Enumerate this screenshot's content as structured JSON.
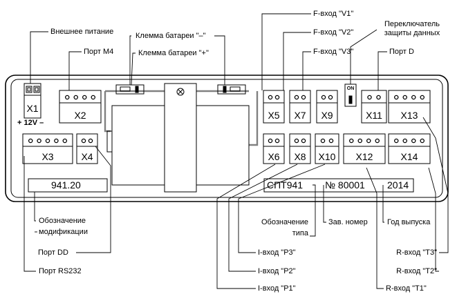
{
  "connectors": {
    "x1": "X1",
    "x2": "X2",
    "x3": "X3",
    "x4": "X4",
    "x5": "X5",
    "x6": "X6",
    "x7": "X7",
    "x8": "X8",
    "x9": "X9",
    "x10": "X10",
    "x11": "X11",
    "x12": "X12",
    "x13": "X13",
    "x14": "X14"
  },
  "board": {
    "voltage": "+ 12V –",
    "switch_on": "ON",
    "modification": "941.20",
    "type": "СПТ941",
    "serial": "№ 80001",
    "year": "2014"
  },
  "callouts": {
    "ext_power": "Внешнее питание",
    "port_m4": "Порт М4",
    "bat_minus": "Клемма батареи \"–\"",
    "bat_plus": "Клемма батареи \"+\"",
    "f_v1": "F-вход \"V1\"",
    "f_v2": "F-вход \"V2\"",
    "f_v3": "F-вход \"V3\"",
    "switch_line1": "Переключатель",
    "switch_line2": "защиты данных",
    "port_d": "Порт D",
    "mod_line1": "Обозначение",
    "mod_line2": "модификации",
    "port_dd": "Порт DD",
    "port_rs232": "Порт RS232",
    "type_line1": "Обозначение",
    "type_line2": "типа",
    "serial_label": "Зав. номер",
    "year_label": "Год выпуска",
    "i_p3": "I-вход \"P3\"",
    "i_p2": "I-вход \"P2\"",
    "i_p1": "I-вход \"P1\"",
    "r_t3": "R-вход \"T3\"",
    "r_t2": "R-вход \"T2\"",
    "r_t1": "R-вход \"T1\""
  }
}
